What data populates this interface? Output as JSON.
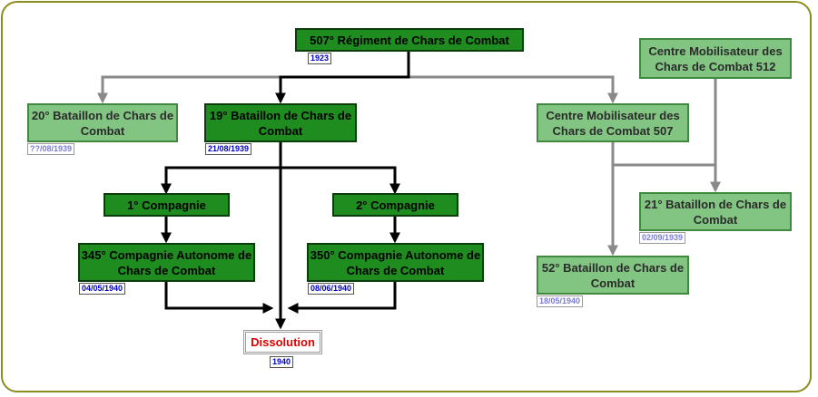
{
  "nodes": {
    "rcc507": {
      "label": "507° Régiment de Chars de Combat",
      "date": "1923"
    },
    "bcc20": {
      "label": "20° Bataillon de Chars de Combat",
      "date": "??/08/1939"
    },
    "bcc19": {
      "label": "19° Bataillon de Chars de Combat",
      "date": "21/08/1939"
    },
    "cm507": {
      "label": "Centre Mobilisateur des Chars de Combat 507"
    },
    "cm512": {
      "label": "Centre Mobilisateur des Chars de Combat 512"
    },
    "comp1": {
      "label": "1° Compagnie"
    },
    "comp2": {
      "label": "2° Compagnie"
    },
    "cacc345": {
      "label": "345° Compagnie Autonome de Chars de Combat",
      "date": "04/05/1940"
    },
    "cacc350": {
      "label": "350° Compagnie Autonome de Chars de Combat",
      "date": "08/06/1940"
    },
    "bcc21": {
      "label": "21° Bataillon de Chars de Combat",
      "date": "02/09/1939"
    },
    "bcc52": {
      "label": "52° Bataillon de Chars de Combat",
      "date": "18/05/1940"
    },
    "dissolution": {
      "label": "Dissolution",
      "date": "1940"
    }
  },
  "colors": {
    "dark_box": "#1e8c1e",
    "light_box": "#82c482",
    "frame": "#8c8c1c",
    "dissolution_text": "#e00000",
    "date_text_dark": "#0000c0",
    "date_text_light": "#7b7bd6"
  }
}
